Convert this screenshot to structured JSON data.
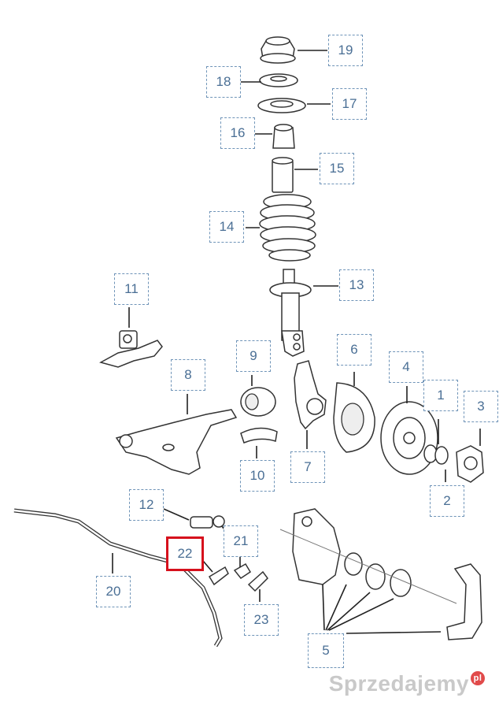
{
  "labels": [
    {
      "id": "1",
      "text": "1"
    },
    {
      "id": "2",
      "text": "2"
    },
    {
      "id": "3",
      "text": "3"
    },
    {
      "id": "4",
      "text": "4"
    },
    {
      "id": "5",
      "text": "5"
    },
    {
      "id": "6",
      "text": "6"
    },
    {
      "id": "7",
      "text": "7"
    },
    {
      "id": "8",
      "text": "8"
    },
    {
      "id": "9",
      "text": "9"
    },
    {
      "id": "10",
      "text": "10"
    },
    {
      "id": "11",
      "text": "11"
    },
    {
      "id": "12",
      "text": "12"
    },
    {
      "id": "13",
      "text": "13"
    },
    {
      "id": "14",
      "text": "14"
    },
    {
      "id": "15",
      "text": "15"
    },
    {
      "id": "16",
      "text": "16"
    },
    {
      "id": "17",
      "text": "17"
    },
    {
      "id": "18",
      "text": "18"
    },
    {
      "id": "19",
      "text": "19"
    },
    {
      "id": "20",
      "text": "20"
    },
    {
      "id": "21",
      "text": "21"
    },
    {
      "id": "22",
      "text": "22",
      "highlighted": true
    },
    {
      "id": "23",
      "text": "23"
    }
  ],
  "colors": {
    "label_border": "#6f94b8",
    "label_text": "#4a6f95",
    "highlight": "#d6101c"
  },
  "watermark": {
    "text": "Sprzedajemy",
    "dot": "pl"
  }
}
